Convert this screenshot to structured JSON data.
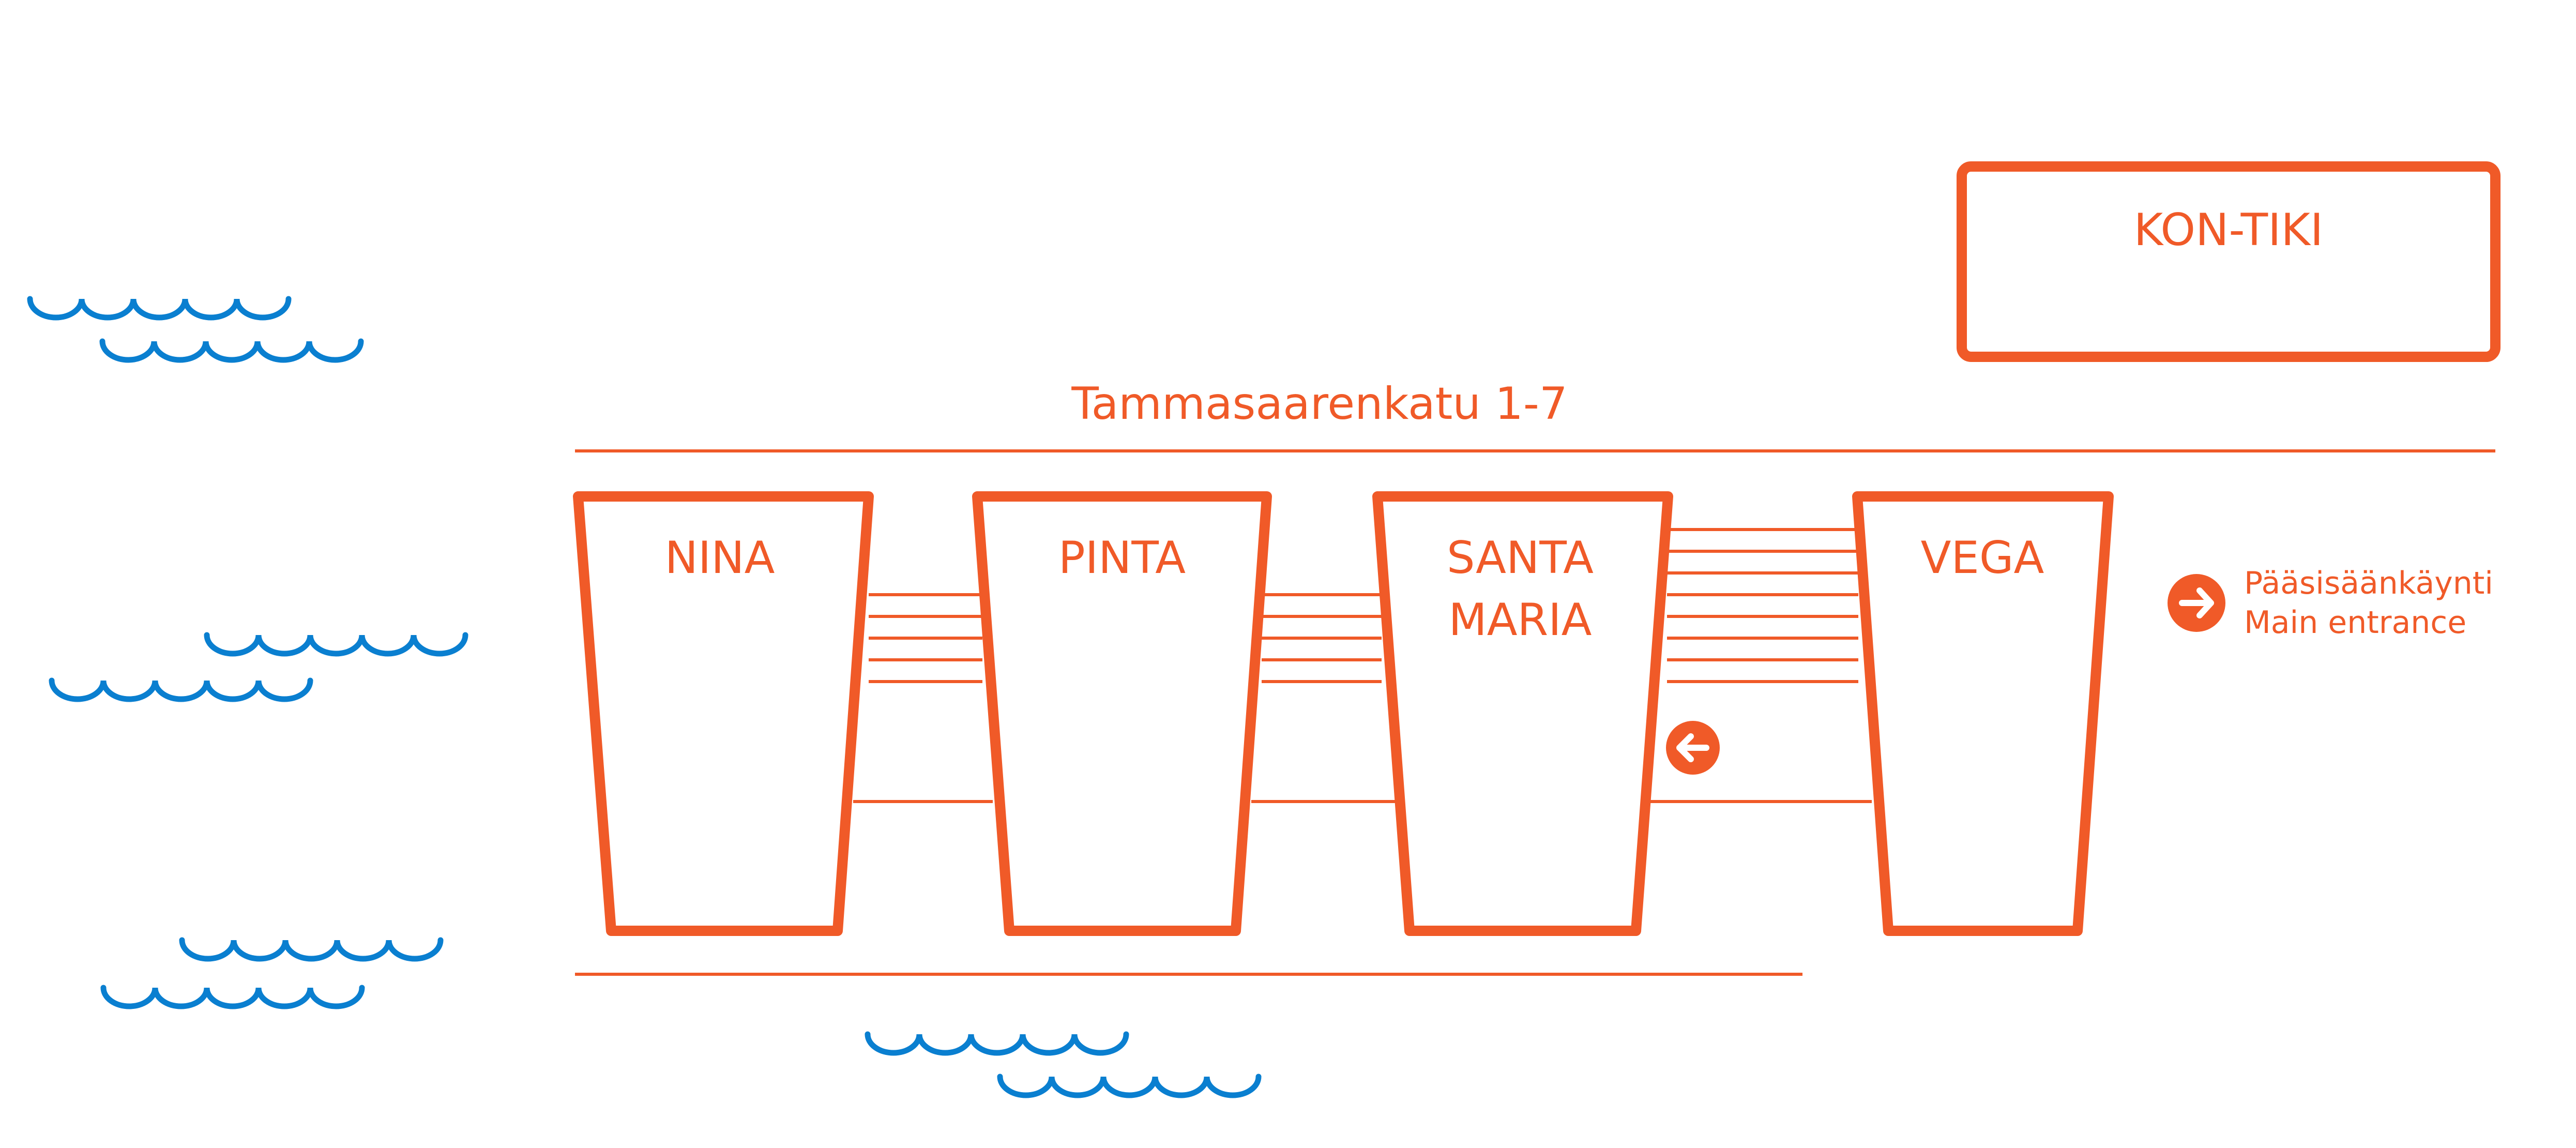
{
  "colors": {
    "accent": "#f05a28",
    "water": "#0a7fd0",
    "background": "#ffffff"
  },
  "street": {
    "label": "Tammasaarenkatu 1-7"
  },
  "buildings": {
    "kontiki": "KON-TIKI",
    "nina": "NINA",
    "pinta": "PINTA",
    "santa_maria_line1": "SANTA",
    "santa_maria_line2": "MARIA",
    "vega": "VEGA"
  },
  "main_entrance": {
    "label_fi": "Pääsisäänkäynti",
    "label_en": "Main entrance",
    "icon": "arrow-right-circle-icon"
  },
  "side_entrance": {
    "icon": "arrow-left-circle-icon"
  },
  "water": {
    "icon": "waves-icon"
  }
}
